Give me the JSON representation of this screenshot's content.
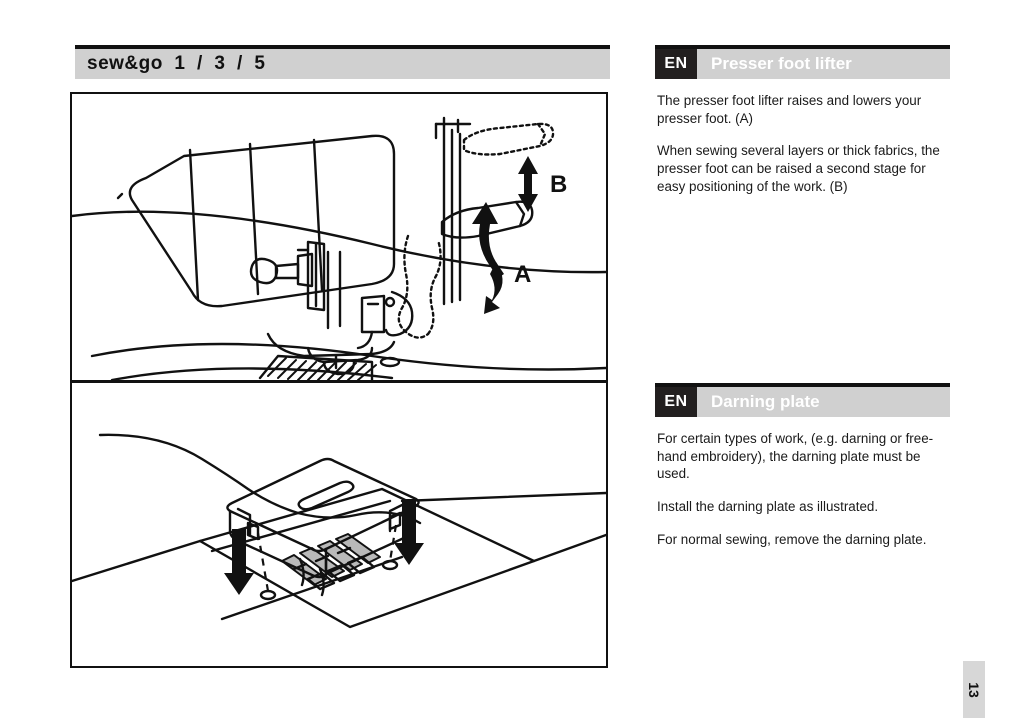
{
  "document": {
    "brand_line": "sew&go  1  /  3  /  5",
    "page_number": "13"
  },
  "sections": [
    {
      "language_badge": "EN",
      "title": "Presser foot lifter",
      "paragraphs": [
        "The presser foot lifter raises and lowers your presser foot. (A)",
        "When sewing several layers or thick fabrics, the presser foot can be raised a second stage for easy positioning of the work. (B)"
      ]
    },
    {
      "language_badge": "EN",
      "title": "Darning plate",
      "paragraphs": [
        "For certain types of work, (e.g. darning or free-hand embroidery), the darning plate must be used.",
        "Install the darning plate as illustrated.",
        "For normal sewing, remove the darning plate."
      ]
    }
  ],
  "illustrations": {
    "top": {
      "caption_labels": [
        "A",
        "B"
      ],
      "subject": "sewing machine head with presser foot lifter"
    },
    "bottom": {
      "caption_labels": [],
      "subject": "darning plate installed over needle plate"
    }
  },
  "colors": {
    "band_gray": "#d0d0d0",
    "badge_black": "#221f1f",
    "line_black": "#111111",
    "tab_gray": "#d7d7d7"
  }
}
